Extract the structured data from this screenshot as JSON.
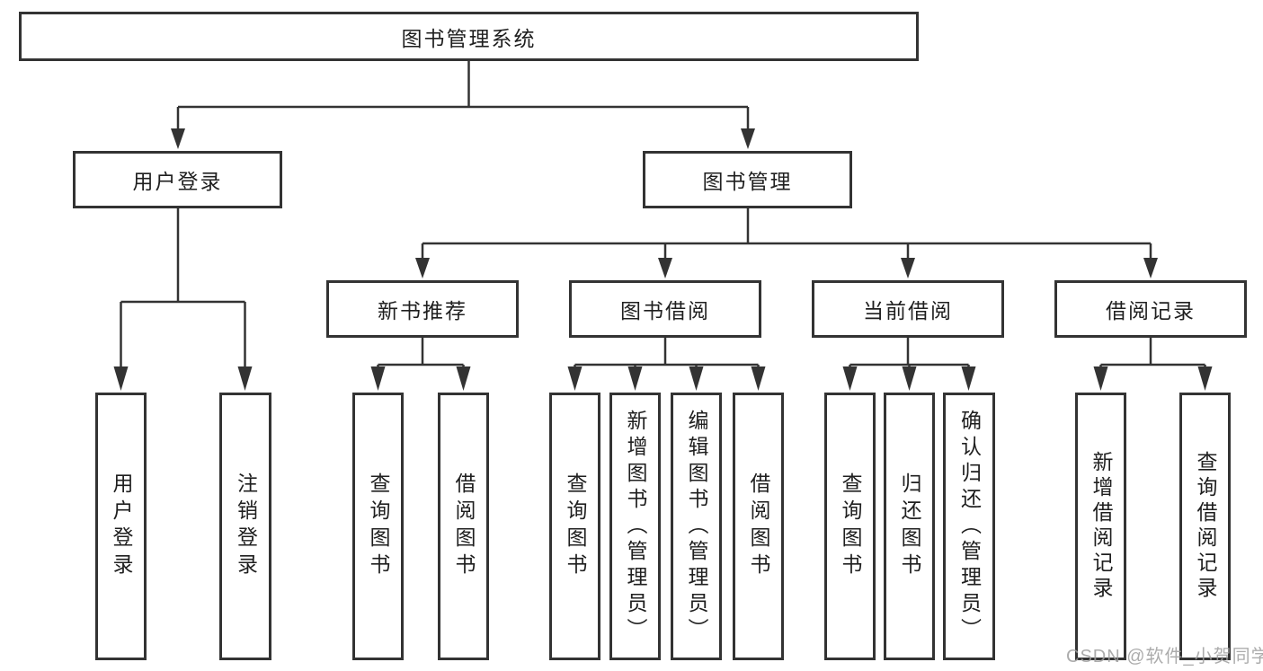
{
  "diagram": {
    "root": {
      "label": "图书管理系统"
    },
    "level2": [
      {
        "label": "用户登录"
      },
      {
        "label": "图书管理"
      }
    ],
    "level3": [
      {
        "label": "新书推荐"
      },
      {
        "label": "图书借阅"
      },
      {
        "label": "当前借阅"
      },
      {
        "label": "借阅记录"
      }
    ],
    "leaves": [
      {
        "label": "用户登录"
      },
      {
        "label": "注销登录"
      },
      {
        "label": "查询图书"
      },
      {
        "label": "借阅图书"
      },
      {
        "label": "查询图书"
      },
      {
        "label": "新增图书（管理员）"
      },
      {
        "label": "编辑图书（管理员）"
      },
      {
        "label": "借阅图书"
      },
      {
        "label": "查询图书"
      },
      {
        "label": "归还图书"
      },
      {
        "label": "确认归还（管理员）"
      },
      {
        "label": "新增借阅记录"
      },
      {
        "label": "查询借阅记录"
      }
    ],
    "hierarchy": {
      "图书管理系统": [
        "用户登录",
        "图书管理"
      ],
      "用户登录": [
        "用户登录",
        "注销登录"
      ],
      "图书管理": [
        "新书推荐",
        "图书借阅",
        "当前借阅",
        "借阅记录"
      ],
      "新书推荐": [
        "查询图书",
        "借阅图书"
      ],
      "图书借阅": [
        "查询图书",
        "新增图书（管理员）",
        "编辑图书（管理员）",
        "借阅图书"
      ],
      "当前借阅": [
        "查询图书",
        "归还图书",
        "确认归还（管理员）"
      ],
      "借阅记录": [
        "新增借阅记录",
        "查询借阅记录"
      ]
    }
  },
  "watermark": {
    "text": "CSDN @软件_小贺同学"
  },
  "colors": {
    "line": "#333333",
    "border": "#333333",
    "box_background": "#ffffff",
    "text": "#1f1f1f",
    "watermark": "#9e9e9e"
  }
}
